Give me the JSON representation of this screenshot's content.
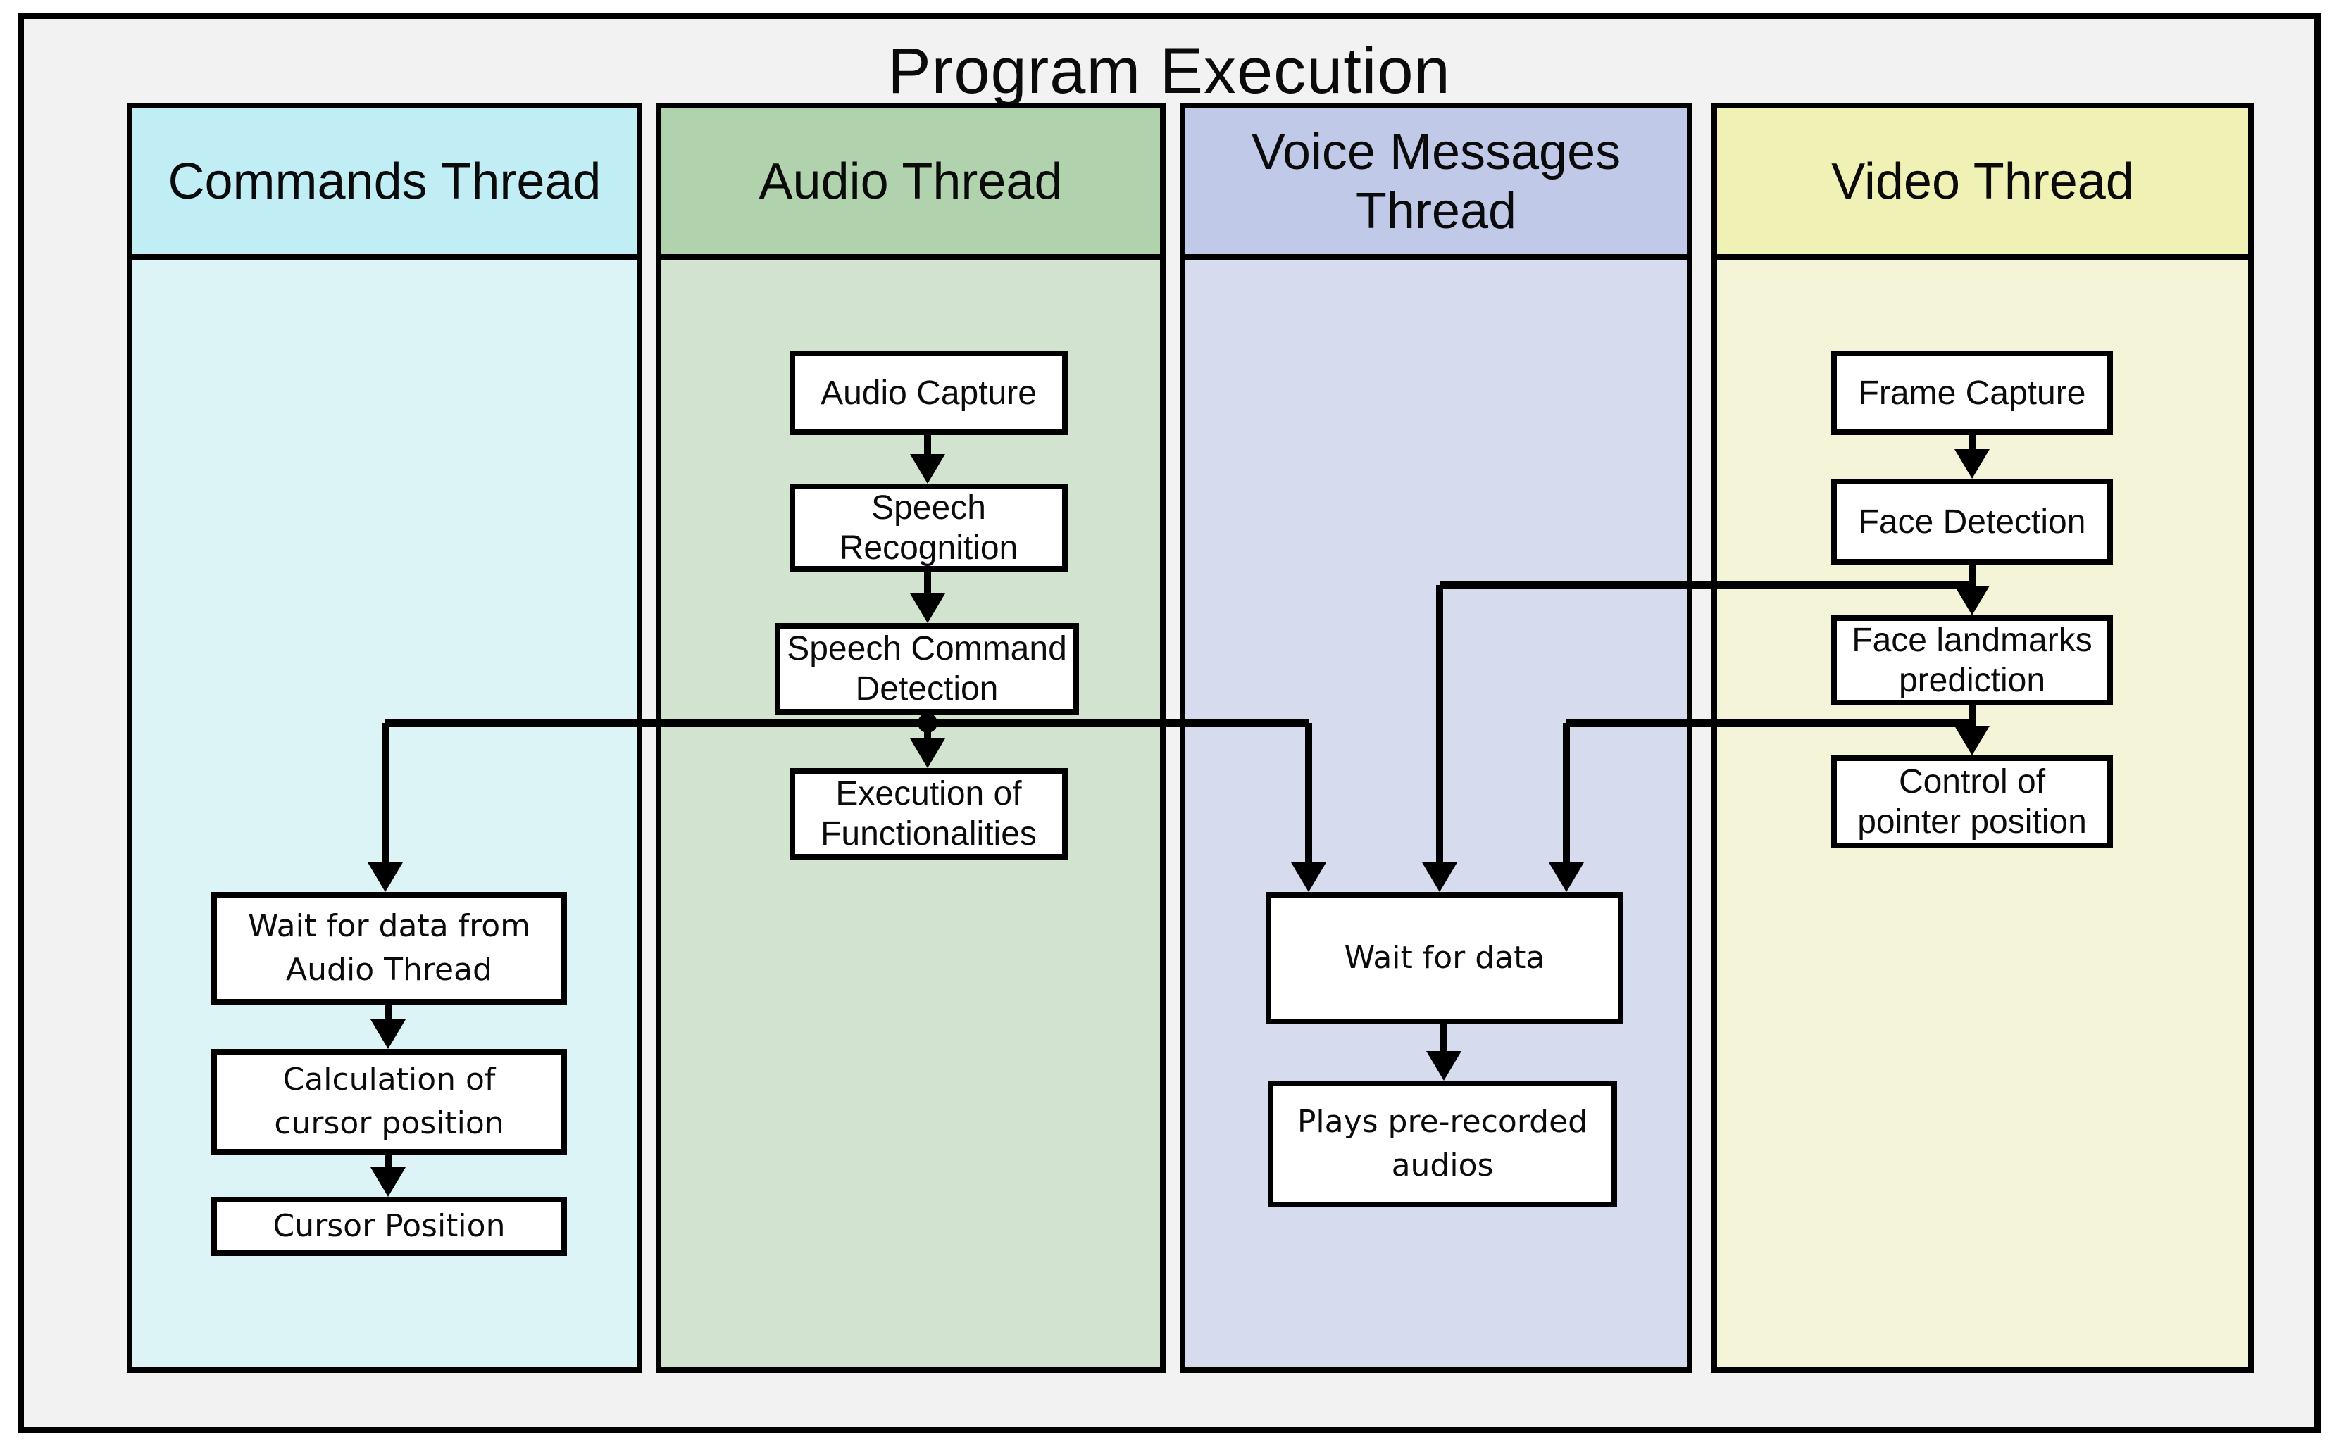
{
  "title": "Program Execution",
  "columns": [
    {
      "label": "Commands Thread",
      "boxes": [
        {
          "label": "Wait for data from\nAudio Thread"
        },
        {
          "label": "Calculation of\ncursor position"
        },
        {
          "label": "Cursor Position"
        }
      ]
    },
    {
      "label": "Audio Thread",
      "boxes": [
        {
          "label": "Audio Capture"
        },
        {
          "label": "Speech\nRecognition"
        },
        {
          "label": "Speech Command\nDetection"
        },
        {
          "label": "Execution of\nFunctionalities"
        }
      ]
    },
    {
      "label": "Voice Messages\nThread",
      "boxes": [
        {
          "label": "Wait for data"
        },
        {
          "label": "Plays pre-recorded\naudios"
        }
      ]
    },
    {
      "label": "Video Thread",
      "boxes": [
        {
          "label": "Frame Capture"
        },
        {
          "label": "Face Detection"
        },
        {
          "label": "Face landmarks\nprediction"
        },
        {
          "label": "Control of\npointer position"
        }
      ]
    }
  ],
  "colors": {
    "background": "#f2f2f2",
    "line": "#000000",
    "box_fill": "#ffffff",
    "commands_header": "#c1eef5",
    "commands_body": "#ddf4f7",
    "audio_header": "#b0d3ad",
    "audio_body": "#d2e4d0",
    "voice_header": "#c0c9e8",
    "voice_body": "#d6dbee",
    "video_header": "#f0f2b5",
    "video_body": "#f4f4d9"
  }
}
